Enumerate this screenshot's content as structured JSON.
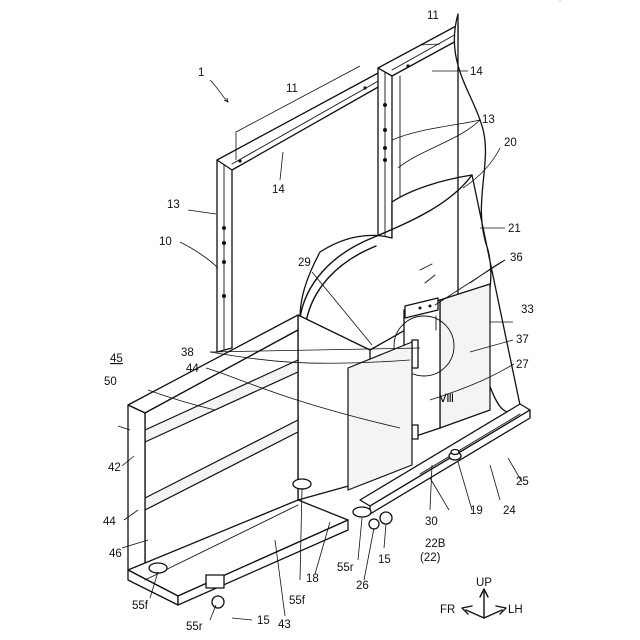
{
  "labels": {
    "assembly": "1",
    "rail_left": "11",
    "rail_right": "11",
    "crossbar_left": "14",
    "crossbar_right": "14",
    "post_left": "13",
    "post_right": "13",
    "frame": "10",
    "cover": "20",
    "cover_top": "21",
    "curve": "29",
    "bracket": "36",
    "side_panel": "33",
    "sheet": "37",
    "edge": "27",
    "detail_ref": "38",
    "detail_mark": "Ⅷ",
    "shelf_top": "44",
    "shelf_bottom": "44",
    "unit_ul": "45",
    "unit": "50",
    "plate": "42",
    "side_wall": "46",
    "divider": "30",
    "foot_right": "19",
    "base_right": "24",
    "base_edge": "25",
    "group": "22B",
    "group_sub": "(22)",
    "caster_r1": "55r",
    "caster_r2": "55r",
    "caster_f1": "55f",
    "caster_f2": "55f",
    "wheel_1": "15",
    "wheel_2": "15",
    "stop": "26",
    "pad": "18",
    "base": "43"
  },
  "compass": {
    "up": "UP",
    "front": "FR",
    "left": "LH"
  }
}
